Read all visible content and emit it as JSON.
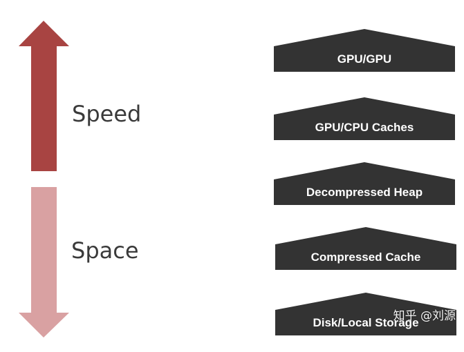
{
  "axis": {
    "speed_label": "Speed",
    "space_label": "Space",
    "speed_color": "#a84442",
    "space_color": "#d9a1a2"
  },
  "tiers": [
    {
      "label": "GPU/GPU"
    },
    {
      "label": "GPU/CPU Caches"
    },
    {
      "label": "Decompressed Heap"
    },
    {
      "label": "Compressed Cache"
    },
    {
      "label": "Disk/Local Storage"
    }
  ],
  "tier_color": "#333333",
  "watermark": "知乎 @刘源"
}
